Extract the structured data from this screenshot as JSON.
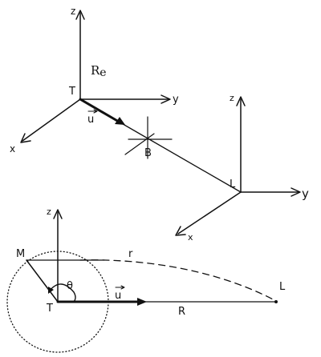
{
  "top_frame": {
    "origin_label": "T",
    "z_label": "z",
    "y_label": "y",
    "x_label": "x",
    "radius_label": "R",
    "radius_subscript": "e",
    "vector_label": "u",
    "midpoint_label": "B"
  },
  "right_frame": {
    "origin_label": "L",
    "z_label": "z",
    "y_label": "y",
    "x_label": "x"
  },
  "bottom_diagram": {
    "center_label": "T",
    "moving_point_label": "M",
    "target_label": "L",
    "angle_label": "θ",
    "distance_label": "r",
    "baseline_label": "R",
    "vector_label": "u",
    "z_label": "z"
  }
}
